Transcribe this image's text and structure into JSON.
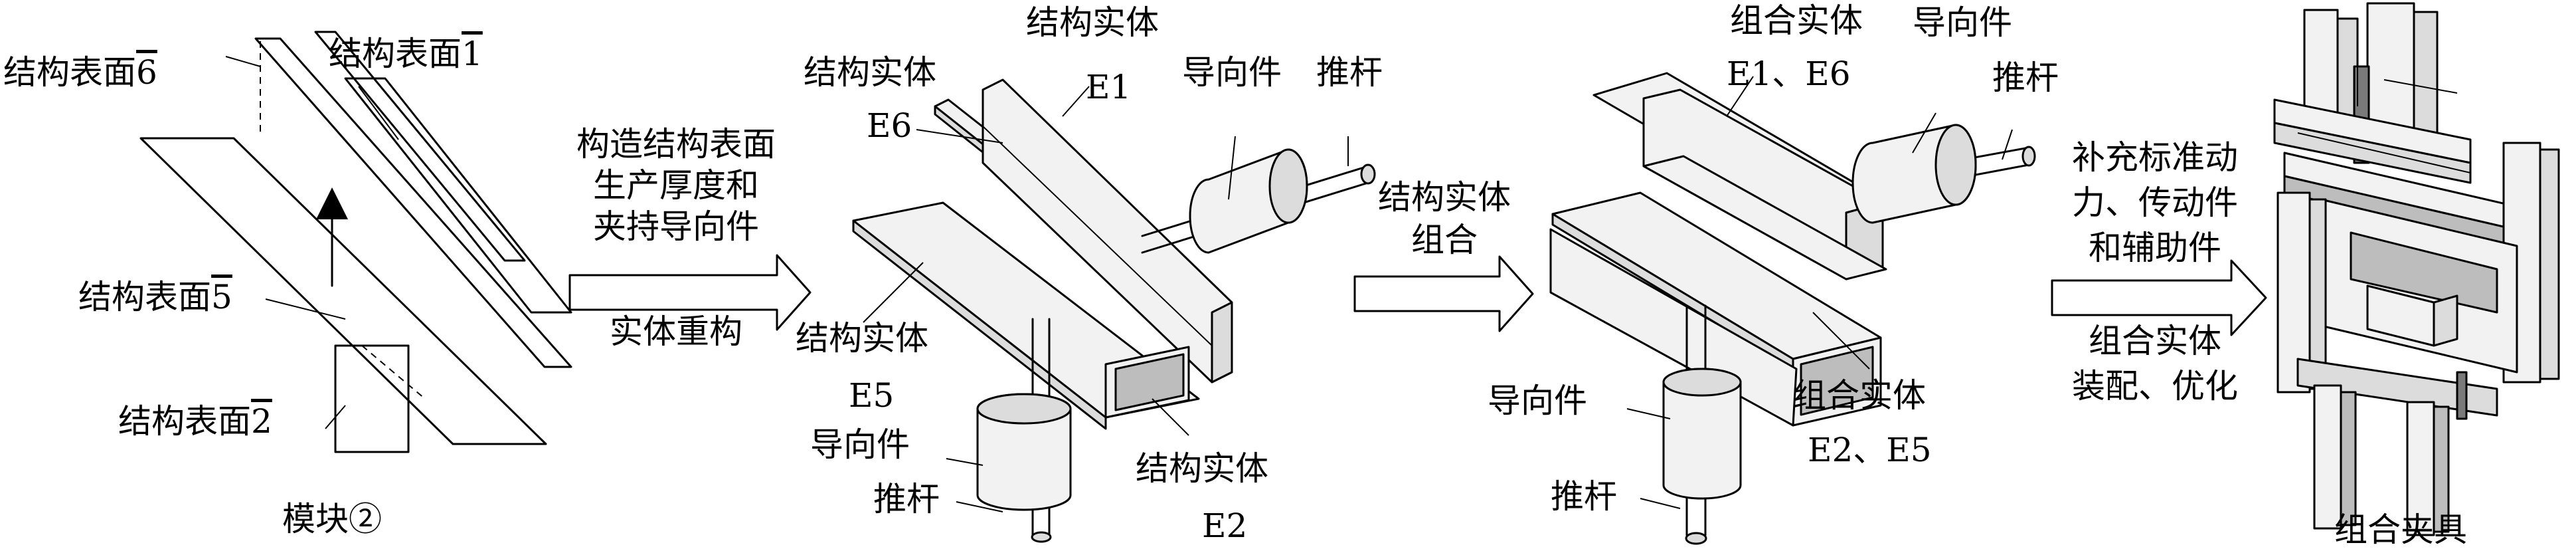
{
  "module": {
    "surface_prefix": "结构表面",
    "surface_numbers": {
      "s6": "6",
      "s1": "1",
      "s5": "5",
      "s2": "2"
    },
    "caption": "模块②"
  },
  "step1": {
    "lines": [
      "构造结构表面",
      "生产厚度和",
      "夹持导向件"
    ],
    "below": "实体重构"
  },
  "stage2": {
    "entity": "结构实体",
    "ids": {
      "e1": "E1",
      "e6": "E6",
      "e5": "E5",
      "e2": "E2"
    },
    "guide": "导向件",
    "rod": "推杆"
  },
  "step2": {
    "lines": [
      "结构实体",
      "组合"
    ]
  },
  "stage3": {
    "combined": "组合实体",
    "ids": {
      "top": "E1、E6",
      "bottom": "E2、E5"
    },
    "guide": "导向件",
    "rod": "推杆"
  },
  "step3": {
    "lines": [
      "补充标准动",
      "力、传动件",
      "和辅助件"
    ],
    "below": [
      "组合实体",
      "装配、优化"
    ]
  },
  "final": {
    "caption": "组合夹具"
  }
}
